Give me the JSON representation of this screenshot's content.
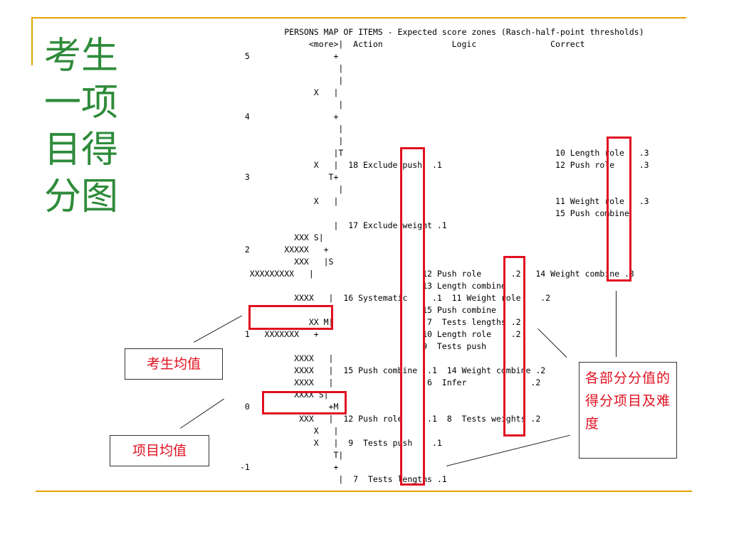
{
  "slide": {
    "title_lines": [
      "考生",
      "一项",
      "目得",
      "分图"
    ]
  },
  "map": {
    "lines": [
      "          PERSONS MAP OF ITEMS - Expected score zones (Rasch-half-point thresholds)",
      "               <more>|  Action              Logic               Correct",
      "  5                 +",
      "                     |",
      "                     |",
      "                X   |",
      "                     |",
      "  4                 +",
      "                     |",
      "                     |",
      "                    |T                                           10 Length role   .3",
      "                X   |  18 Exclude push  .1                       12 Push role     .3",
      "  3                T+",
      "                     |",
      "                X   |                                            11 Weight role   .3",
      "                                                                 15 Push combine",
      "                    |  17 Exclude weight .1",
      "            XXX S|",
      "  2       XXXXX   +",
      "            XXX   |S",
      "   XXXXXXXXX   |                      12 Push role      .2   14 Weight combine .3",
      "                                      13 Length combine",
      "            XXXX   |  16 Systematic     .1  11 Weight role    .2",
      "                                      15 Push combine",
      "               XX M|                   7  Tests lengths .2",
      "  1   XXXXXXX   +                     10 Length role    .2",
      "                                      9  Tests push",
      "            XXXX   |",
      "            XXXX   |  15 Push combine  .1  14 Weight combine .2",
      "            XXXX   |                   6  Infer             .2",
      "            XXXX S|",
      "  0                +M",
      "             XXX   |  12 Push role     .1  8  Tests weights .2",
      "                X   |",
      "                X   |  9  Tests push    .1",
      "                    T|",
      " -1                 +",
      "                     |  7  Tests lengths .1"
    ]
  },
  "labels": {
    "person_mean": "考生均值",
    "item_mean": "项目均值",
    "zones": "各部分分值的得分项目及难度"
  },
  "colors": {
    "title": "#2e8b3a",
    "rules": "#e0a400",
    "highlight": "#e01020"
  }
}
